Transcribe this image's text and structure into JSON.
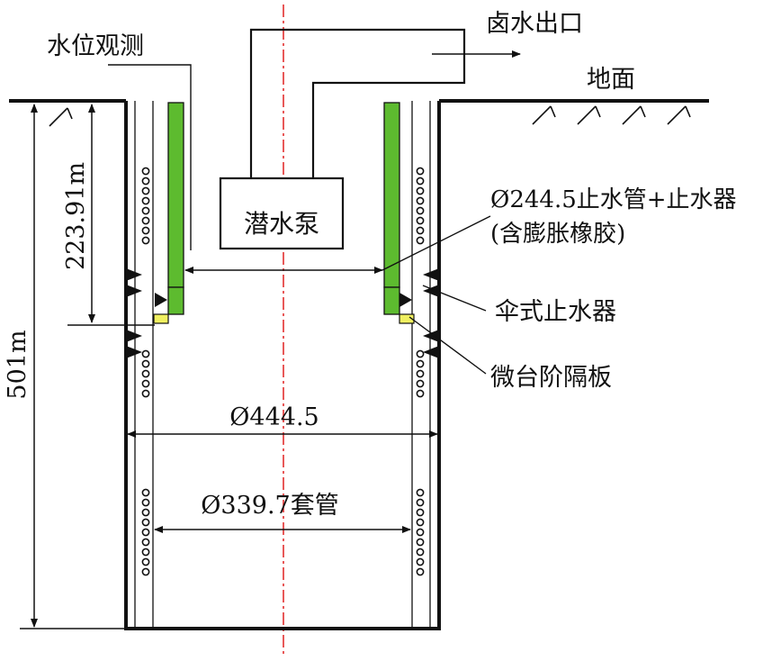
{
  "labels": {
    "water_level": "水位观测",
    "brine_outlet": "卤水出口",
    "ground": "地面",
    "pump": "潜水泵",
    "stop_pipe_line1": "Ø244.5止水管+止水器",
    "stop_pipe_line2": "(含膨胀橡胶)",
    "umbrella": "伞式止水器",
    "baffle": "微台阶隔板",
    "bore_diameter": "Ø444.5",
    "casing": "Ø339.7套管",
    "depth_total": "501m",
    "depth_upper": "223.91m"
  },
  "colors": {
    "stop_pipe": "#5dbb2f",
    "baffle": "#f0f060",
    "centerline": "#e02020",
    "line": "#111111"
  }
}
